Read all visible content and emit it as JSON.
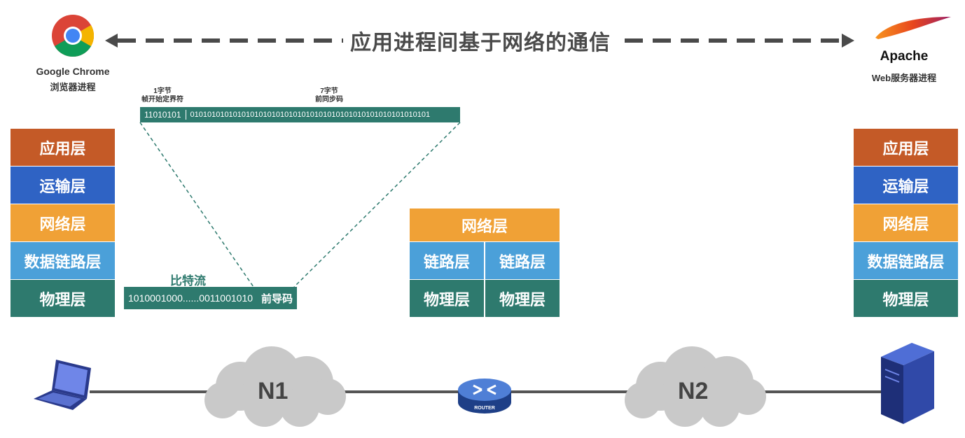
{
  "title": "应用进程间基于网络的通信",
  "left_host": {
    "name": "Google Chrome",
    "subtitle": "浏览器进程"
  },
  "right_host": {
    "name": "Apache",
    "subtitle": "Web服务器进程"
  },
  "stack_left": [
    "应用层",
    "运输层",
    "网络层",
    "数据链路层",
    "物理层"
  ],
  "stack_right": [
    "应用层",
    "运输层",
    "网络层",
    "数据链路层",
    "物理层"
  ],
  "router_stack": {
    "network": "网络层",
    "link_left": "链路层",
    "link_right": "链路层",
    "phy_left": "物理层",
    "phy_right": "物理层"
  },
  "frame": {
    "sfd_label_1": "1字节",
    "sfd_label_2": "帧开始定界符",
    "preamble_label_1": "7字节",
    "preamble_label_2": "前同步码",
    "sfd_bits": "11010101",
    "preamble_bits": "01010101010101010101010101010101010101010101010101010101"
  },
  "bitstream": {
    "label": "比特流",
    "bits": "1010001000......0011001010",
    "tag": "前导码"
  },
  "network": {
    "cloud1": "N1",
    "cloud2": "N2",
    "router_label": "ROUTER"
  },
  "colors": {
    "application": "#c45a27",
    "transport": "#2f63c4",
    "network": "#f0a136",
    "datalink": "#4ba0d9",
    "physical": "#2e7a6e"
  }
}
